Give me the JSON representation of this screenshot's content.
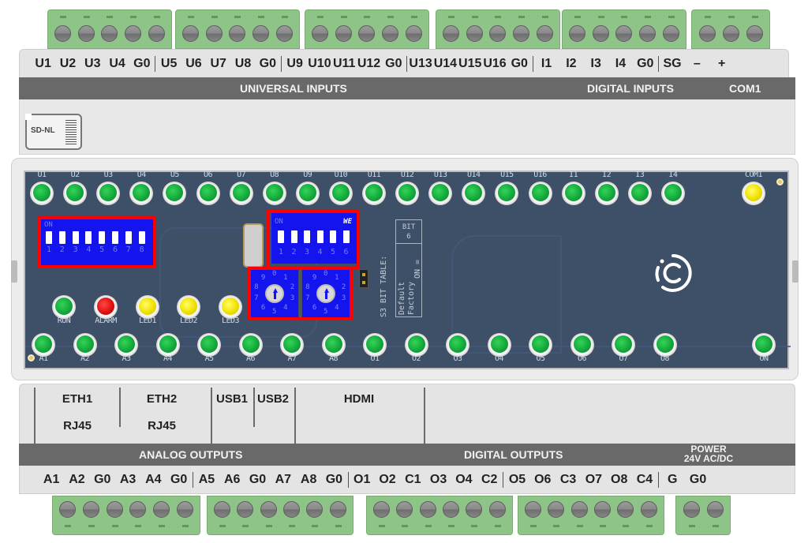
{
  "device": {
    "name": "I/O controller module",
    "accent_colors": {
      "terminal_green": "#8fc488",
      "pcb_blue": "#3e5068",
      "section_bar": "#696969",
      "highlight_red": "#ff0000",
      "dip_blue": "#1414ef",
      "led_green": "#14a93c",
      "led_red": "#e01010",
      "led_yellow": "#f0e000"
    }
  },
  "top_terminals": {
    "blocks": [
      {
        "screws": 5
      },
      {
        "screws": 5
      },
      {
        "screws": 5
      },
      {
        "screws": 5
      },
      {
        "screws": 5
      },
      {
        "screws": 3
      }
    ],
    "pin_labels": [
      [
        "U1",
        "U2",
        "U3",
        "U4",
        "G0"
      ],
      [
        "U5",
        "U6",
        "U7",
        "U8",
        "G0"
      ],
      [
        "U9",
        "U10",
        "U11",
        "U12",
        "G0"
      ],
      [
        "U13",
        "U14",
        "U15",
        "U16",
        "G0"
      ],
      [
        "I1",
        "I2",
        "I3",
        "I4",
        "G0"
      ],
      [
        "SG",
        "–",
        "+"
      ]
    ],
    "sections": {
      "universal_inputs": "UNIVERSAL INPUTS",
      "digital_inputs": "DIGITAL INPUTS",
      "com1": "COM1"
    }
  },
  "sd_card": {
    "label": "SD-NL",
    "icon": "sd-card-icon"
  },
  "pcb": {
    "top_leds": [
      {
        "label": "U1",
        "color": "green"
      },
      {
        "label": "U2",
        "color": "green"
      },
      {
        "label": "U3",
        "color": "green"
      },
      {
        "label": "U4",
        "color": "green"
      },
      {
        "label": "U5",
        "color": "green"
      },
      {
        "label": "U6",
        "color": "green"
      },
      {
        "label": "U7",
        "color": "green"
      },
      {
        "label": "U8",
        "color": "green"
      },
      {
        "label": "U9",
        "color": "green"
      },
      {
        "label": "U10",
        "color": "green"
      },
      {
        "label": "U11",
        "color": "green"
      },
      {
        "label": "U12",
        "color": "green"
      },
      {
        "label": "U13",
        "color": "green"
      },
      {
        "label": "U14",
        "color": "green"
      },
      {
        "label": "U15",
        "color": "green"
      },
      {
        "label": "U16",
        "color": "green"
      },
      {
        "label": "I1",
        "color": "green"
      },
      {
        "label": "I2",
        "color": "green"
      },
      {
        "label": "I3",
        "color": "green"
      },
      {
        "label": "I4",
        "color": "green"
      }
    ],
    "com_led": {
      "label": "COM1",
      "color": "yellow"
    },
    "status_leds": [
      {
        "label": "RUN",
        "color": "green"
      },
      {
        "label": "ALARM",
        "color": "red"
      },
      {
        "label": "LED1",
        "color": "yellow"
      },
      {
        "label": "LED2",
        "color": "yellow"
      },
      {
        "label": "LED3",
        "color": "yellow"
      }
    ],
    "bottom_leds": [
      {
        "label": "A1",
        "color": "green"
      },
      {
        "label": "A2",
        "color": "green"
      },
      {
        "label": "A3",
        "color": "green"
      },
      {
        "label": "A4",
        "color": "green"
      },
      {
        "label": "A5",
        "color": "green"
      },
      {
        "label": "A6",
        "color": "green"
      },
      {
        "label": "A7",
        "color": "green"
      },
      {
        "label": "A8",
        "color": "green"
      },
      {
        "label": "O1",
        "color": "green"
      },
      {
        "label": "O2",
        "color": "green"
      },
      {
        "label": "O3",
        "color": "green"
      },
      {
        "label": "O4",
        "color": "green"
      },
      {
        "label": "O5",
        "color": "green"
      },
      {
        "label": "O6",
        "color": "green"
      },
      {
        "label": "O7",
        "color": "green"
      },
      {
        "label": "O8",
        "color": "green"
      }
    ],
    "power_led": {
      "label": "ON",
      "color": "green"
    },
    "dip_switch_8": {
      "on_label": "ON",
      "positions": [
        "1",
        "2",
        "3",
        "4",
        "5",
        "6",
        "7",
        "8"
      ],
      "highlighted": true
    },
    "dip_switch_6": {
      "on_label": "ON",
      "brand_mark": "WE",
      "positions": [
        "1",
        "2",
        "3",
        "4",
        "5",
        "6"
      ],
      "highlighted": true
    },
    "rotary_switches": {
      "count": 2,
      "digits": [
        "0",
        "1",
        "2",
        "3",
        "4",
        "5",
        "6",
        "7",
        "8",
        "9"
      ],
      "highlighted": true
    },
    "bit_table": {
      "title": "S3 BIT TABLE:",
      "header_line1": "BIT",
      "header_line2": "6",
      "value_line": "ON =",
      "text_line1": "Default",
      "text_line2": "Factory"
    },
    "logo": "brand-logo"
  },
  "ports": [
    {
      "name": "ETH1",
      "type": "RJ45"
    },
    {
      "name": "ETH2",
      "type": "RJ45"
    },
    {
      "name": "USB1",
      "type": ""
    },
    {
      "name": "USB2",
      "type": ""
    },
    {
      "name": "HDMI",
      "type": ""
    }
  ],
  "bottom_terminals": {
    "blocks": [
      {
        "screws": 6
      },
      {
        "screws": 6
      },
      {
        "screws": 6
      },
      {
        "screws": 6
      },
      {
        "screws": 2
      }
    ],
    "pin_labels": [
      [
        "A1",
        "A2",
        "G0",
        "A3",
        "A4",
        "G0"
      ],
      [
        "A5",
        "A6",
        "G0",
        "A7",
        "A8",
        "G0"
      ],
      [
        "O1",
        "O2",
        "C1",
        "O3",
        "O4",
        "C2"
      ],
      [
        "O5",
        "O6",
        "C3",
        "O7",
        "O8",
        "C4"
      ],
      [
        "G",
        "G0"
      ]
    ],
    "sections": {
      "analog_outputs": "ANALOG OUTPUTS",
      "digital_outputs": "DIGITAL OUTPUTS",
      "power_line1": "POWER",
      "power_line2": "24V AC/DC"
    }
  }
}
